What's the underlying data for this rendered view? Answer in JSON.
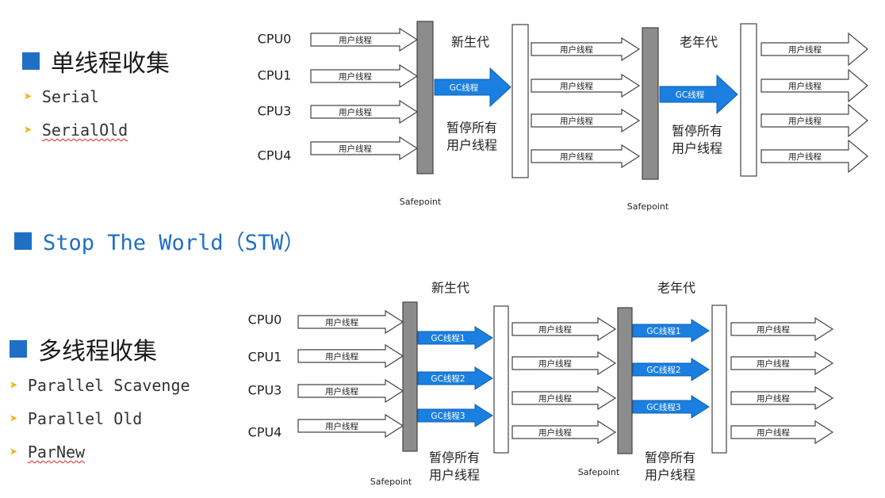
{
  "section_single": {
    "heading": "单线程收集",
    "items": [
      "Serial",
      "SerialOld"
    ]
  },
  "section_stw": {
    "heading": "Stop The World（STW）"
  },
  "section_multi": {
    "heading": "多线程收集",
    "items": [
      "Parallel Scavenge",
      "Parallel Old",
      "ParNew"
    ]
  },
  "diagram_top": {
    "cpus": [
      "CPU0",
      "CPU1",
      "CPU3",
      "CPU4"
    ],
    "user_thread": "用户线程",
    "gc_thread": "GC线程",
    "young_gen": "新生代",
    "old_gen": "老年代",
    "pause_line1": "暂停所有",
    "pause_line2": "用户线程",
    "safepoint": "Safepoint"
  },
  "diagram_bottom": {
    "cpus": [
      "CPU0",
      "CPU1",
      "CPU3",
      "CPU4"
    ],
    "user_thread": "用户线程",
    "gc_threads": [
      "GC线程1",
      "GC线程2",
      "GC线程3"
    ],
    "young_gen": "新生代",
    "old_gen": "老年代",
    "pause_line1": "暂停所有",
    "pause_line2": "用户线程",
    "safepoint": "Safepoint"
  },
  "colors": {
    "accent": "#1f6fc5",
    "gc_arrow": "#1a7fe0",
    "bullet": "#f2b31d",
    "safepoint_bar": "#8c8c8c"
  }
}
